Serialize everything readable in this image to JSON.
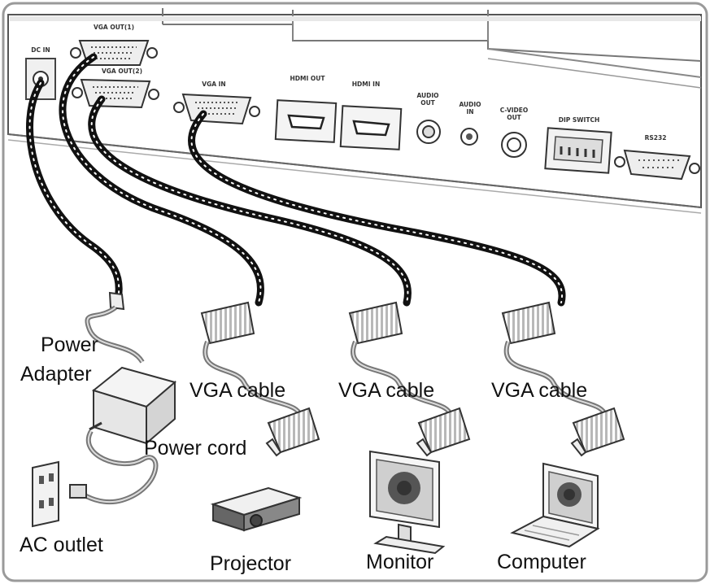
{
  "ports": {
    "dc_in": "DC IN",
    "vga_out_1": "VGA OUT(1)",
    "vga_out_2": "VGA OUT(2)",
    "vga_in": "VGA IN",
    "hdmi_out": "HDMI OUT",
    "hdmi_in": "HDMI IN",
    "audio_out_1": "AUDIO",
    "audio_out_2": "OUT",
    "audio_in_1": "AUDIO",
    "audio_in_2": "IN",
    "cvideo_out_1": "C-VIDEO",
    "cvideo_out_2": "OUT",
    "dip_switch": "DIP SWITCH",
    "rs232": "RS232"
  },
  "labels": {
    "power_adapter_1": "Power",
    "power_adapter_2": "Adapter",
    "power_cord": "Power cord",
    "ac_outlet": "AC outlet",
    "vga_cable_1": "VGA cable",
    "vga_cable_2": "VGA cable",
    "vga_cable_3": "VGA cable",
    "projector": "Projector",
    "monitor": "Monitor",
    "computer": "Computer"
  }
}
